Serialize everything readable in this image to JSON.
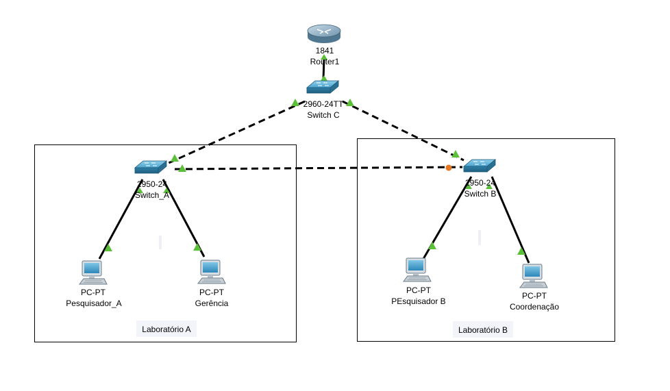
{
  "devices": {
    "router1": {
      "model": "1841",
      "name": "Router1"
    },
    "switch_c": {
      "model": "2960-24TT",
      "name": "Switch C"
    },
    "switch_a": {
      "model": "2950-24",
      "name": "Switch_A"
    },
    "switch_b": {
      "model": "2950-24",
      "name": "Switch B"
    },
    "pc_pesq_a": {
      "model": "PC-PT",
      "name": "Pesquisador_A"
    },
    "pc_gerencia": {
      "model": "PC-PT",
      "name": "Gerência"
    },
    "pc_pesq_b": {
      "model": "PC-PT",
      "name": "PEsquisador B"
    },
    "pc_coord": {
      "model": "PC-PT",
      "name": "Coordenação"
    }
  },
  "areas": {
    "lab_a": {
      "label": "Laboratório A"
    },
    "lab_b": {
      "label": "Laboratório B"
    }
  },
  "colors": {
    "link_up": "#5bbf3a",
    "link_blocked": "#e87722",
    "device_blue": "#3a8fb7",
    "area_border": "#000000"
  }
}
